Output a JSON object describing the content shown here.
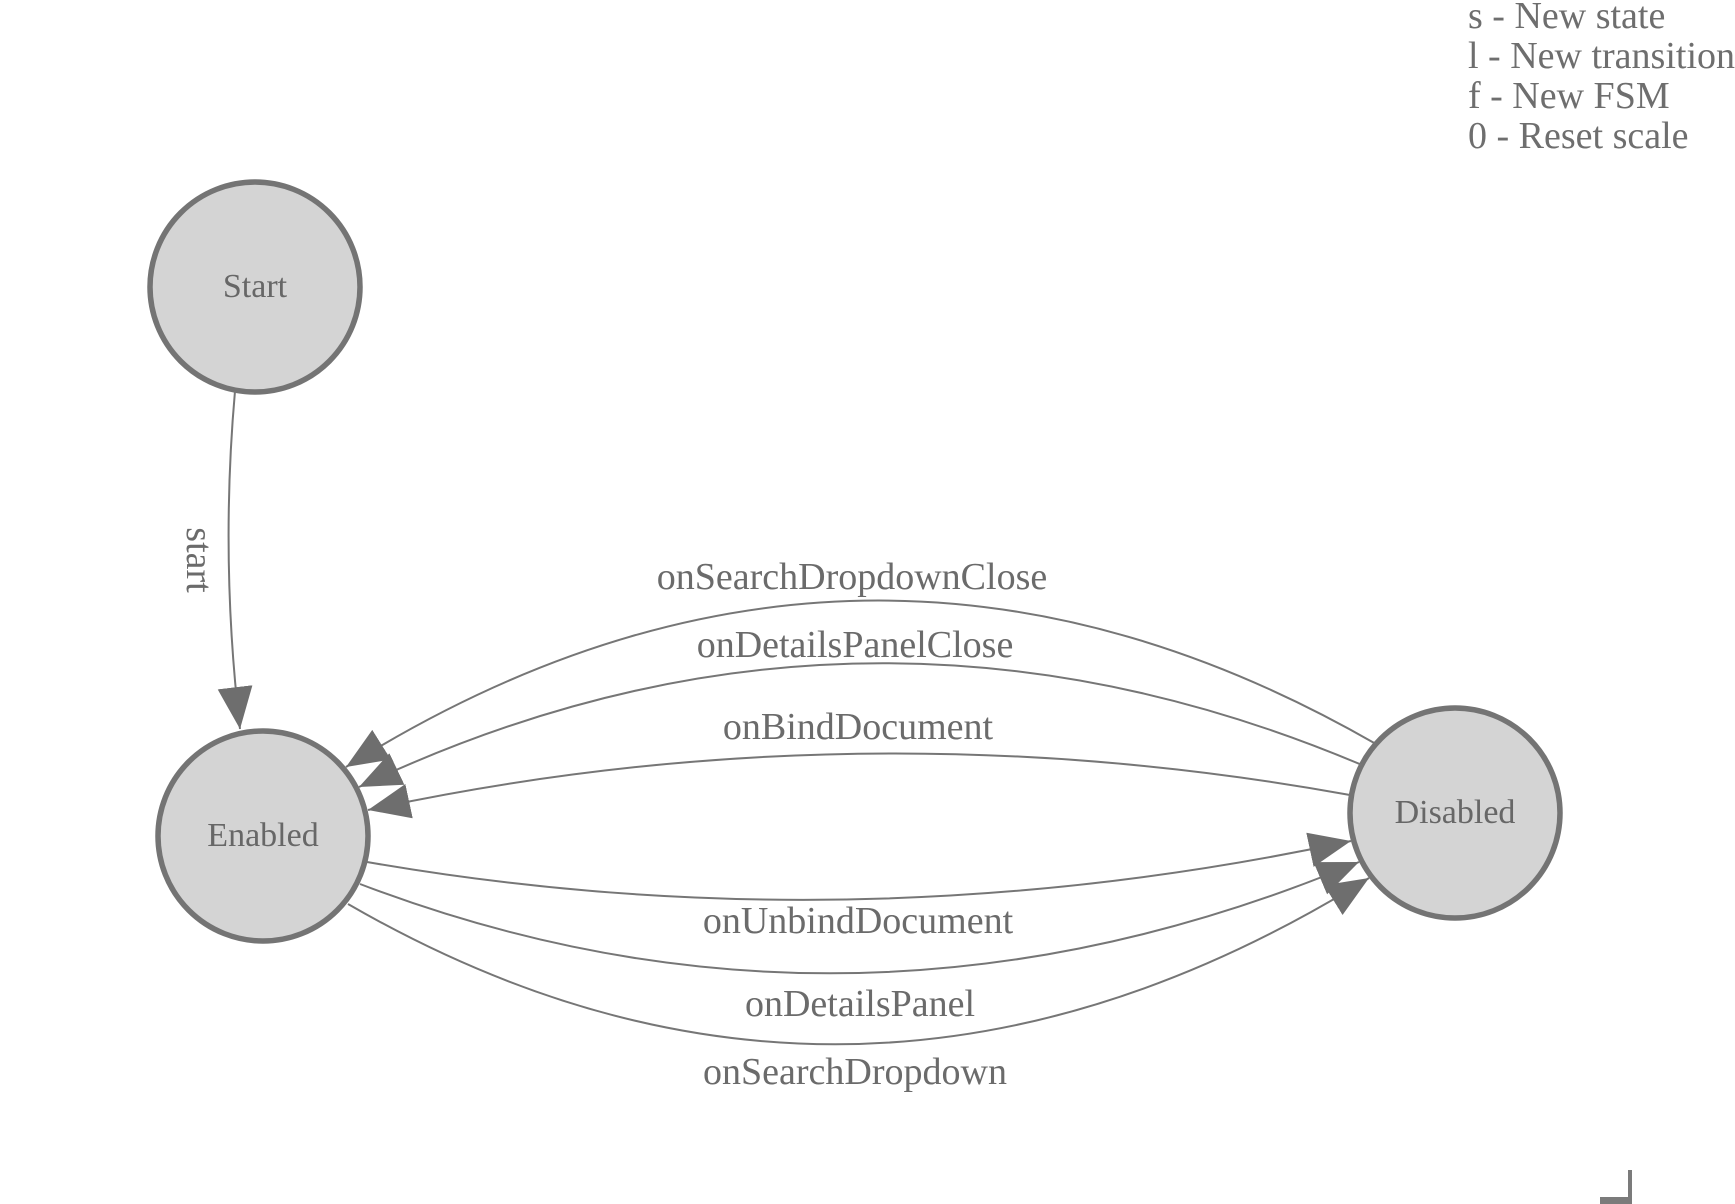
{
  "colors": {
    "background": "#ffffff",
    "node_fill": "#d4d4d4",
    "node_stroke": "#747474",
    "edge_stroke": "#767676",
    "arrow_fill": "#6e6e6e",
    "label_text": "#6b6b6b",
    "legend_text": "#6e6e6e",
    "corner_element": "#7b7b7b"
  },
  "legend": {
    "lines": [
      "s - New state",
      "l - New transition",
      "f - New FSM",
      "0 - Reset scale"
    ]
  },
  "diagram": {
    "states": [
      {
        "id": "start",
        "label": "Start"
      },
      {
        "id": "enabled",
        "label": "Enabled"
      },
      {
        "id": "disabled",
        "label": "Disabled"
      }
    ],
    "transitions": [
      {
        "label": "start",
        "from": "Start",
        "to": "Enabled"
      },
      {
        "label": "onSearchDropdownClose",
        "from": "Disabled",
        "to": "Enabled"
      },
      {
        "label": "onDetailsPanelClose",
        "from": "Disabled",
        "to": "Enabled"
      },
      {
        "label": "onBindDocument",
        "from": "Disabled",
        "to": "Enabled"
      },
      {
        "label": "onUnbindDocument",
        "from": "Enabled",
        "to": "Disabled"
      },
      {
        "label": "onDetailsPanel",
        "from": "Enabled",
        "to": "Disabled"
      },
      {
        "label": "onSearchDropdown",
        "from": "Enabled",
        "to": "Disabled"
      }
    ]
  }
}
